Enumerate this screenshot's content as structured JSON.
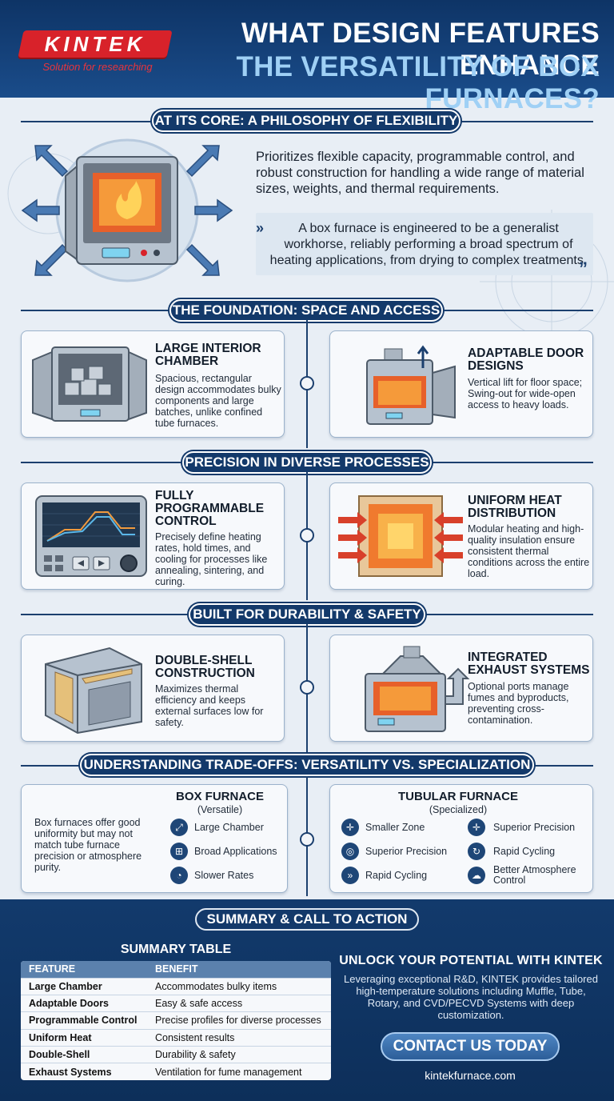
{
  "header": {
    "logo": "KINTEK",
    "tagline": "Solution for researching",
    "title_line1": "WHAT DESIGN FEATURES ENHANCE",
    "title_line2": "THE VERSATILITY OF BOX FURNACES?"
  },
  "intro": {
    "heading": "AT ITS CORE: A PHILOSOPHY OF FLEXIBILITY",
    "text": "Prioritizes flexible capacity, programmable control, and robust construction for handling a wide range of material sizes, weights, and thermal requirements.",
    "quote": "A box furnace is engineered to be a generalist workhorse, reliably performing a broad spectrum of heating applications, from drying to complex treatments."
  },
  "sections": {
    "foundation": "THE FOUNDATION: SPACE AND ACCESS",
    "precision": "PRECISION IN DIVERSE PROCESSES",
    "durability": "BUILT FOR DURABILITY & SAFETY",
    "tradeoffs": "UNDERSTANDING TRADE-OFFS: VERSATILITY VS. SPECIALIZATION",
    "summary": "SUMMARY & CALL TO ACTION"
  },
  "cards": {
    "large_chamber": {
      "title": "LARGE INTERIOR CHAMBER",
      "desc": "Spacious, rectangular design accommodates bulky components and large batches, unlike confined tube furnaces."
    },
    "door": {
      "title": "ADAPTABLE DOOR DESIGNS",
      "desc": "Vertical lift for floor space; Swing-out for wide-open access to heavy loads."
    },
    "control": {
      "title": "FULLY PROGRAMMABLE CONTROL",
      "desc": "Precisely define heating rates, hold times, and cooling for processes like annealing, sintering, and curing."
    },
    "heat": {
      "title": "UNIFORM HEAT DISTRIBUTION",
      "desc": "Modular heating and high-quality insulation ensure consistent thermal conditions across the entire load."
    },
    "shell": {
      "title": "DOUBLE-SHELL CONSTRUCTION",
      "desc": "Maximizes thermal efficiency and keeps external surfaces low for safety."
    },
    "exhaust": {
      "title": "INTEGRATED EXHAUST SYSTEMS",
      "desc": "Optional ports manage fumes and byproducts, preventing cross-contamination."
    }
  },
  "tradeoffs": {
    "note": "Box furnaces offer good uniformity but may not match tube furnace precision or atmosphere purity.",
    "box": {
      "title": "BOX FURNACE",
      "subtitle": "(Versatile)",
      "items": [
        "Large Chamber",
        "Broad Applications",
        "Slower Rates"
      ]
    },
    "tube": {
      "title": "TUBULAR FURNACE",
      "subtitle": "(Specialized)",
      "items": [
        "Smaller Zone",
        "Superior Precision",
        "Rapid Cycling",
        "Superior Precision",
        "Rapid Cycling",
        "Better Atmosphere Control"
      ]
    }
  },
  "summary": {
    "title": "SUMMARY TABLE",
    "headers": [
      "FEATURE",
      "BENEFIT"
    ],
    "rows": [
      [
        "Large Chamber",
        "Accommodates bulky items"
      ],
      [
        "Adaptable Doors",
        "Easy & safe access"
      ],
      [
        "Programmable Control",
        "Precise profiles for diverse processes"
      ],
      [
        "Uniform Heat",
        "Consistent results"
      ],
      [
        "Double-Shell",
        "Durability & safety"
      ],
      [
        "Exhaust Systems",
        "Ventilation for fume management"
      ]
    ]
  },
  "cta": {
    "heading": "UNLOCK YOUR POTENTIAL WITH KINTEK",
    "desc": "Leveraging exceptional R&D, KINTEK provides tailored high-temperature solutions including Muffle, Tube, Rotary, and CVD/PECVD Systems with deep customization.",
    "button": "CONTACT US TODAY",
    "website": "kintekfurnace.com"
  },
  "colors": {
    "navy": "#13396a",
    "brand_red": "#d8222a",
    "title_light_blue": "#9fd0f5",
    "heat_orange": "#f5a03a"
  }
}
